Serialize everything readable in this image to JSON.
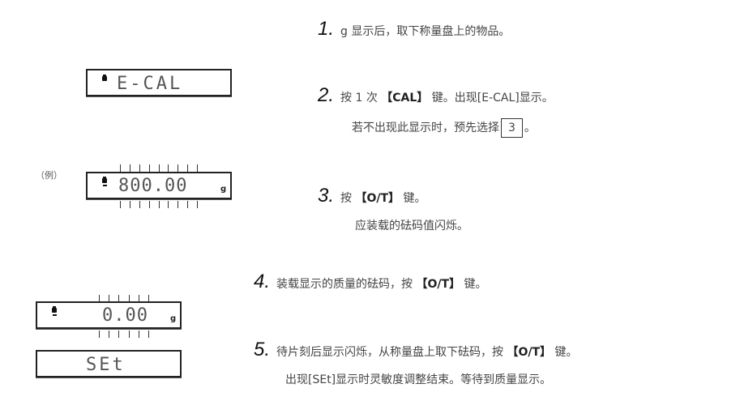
{
  "displays": {
    "ecal": {
      "text": "E-CAL"
    },
    "example_label": "（例）",
    "weight800": {
      "text": "800.00",
      "unit": "g"
    },
    "zero": {
      "text": "0.00",
      "unit": "g"
    },
    "set": {
      "text": "SEt"
    }
  },
  "steps": [
    {
      "number": "1.",
      "line1": "g 显示后，取下称量盘上的物品。"
    },
    {
      "number": "2.",
      "line1_pre": "按 1 次 ",
      "line1_key": "【CAL】",
      "line1_post": " 键。出现[E-CAL]显示。",
      "line2_pre": "若不出现此显示时，预先选择",
      "line2_box": "3",
      "line2_post": "。"
    },
    {
      "number": "3.",
      "line1_pre": "按 ",
      "line1_key": "【O/T】",
      "line1_post": " 键。",
      "line2": "应装载的砝码值闪烁。"
    },
    {
      "number": "4.",
      "line1_pre": "装载显示的质量的砝码，按 ",
      "line1_key": "【O/T】",
      "line1_post": " 键。"
    },
    {
      "number": "5.",
      "line1_pre": "待片刻后显示闪烁，从称量盘上取下砝码，按 ",
      "line1_key": "【O/T】",
      "line1_post": " 键。",
      "line2": "出现[SEt]显示时灵敏度调整结束。等待到质量显示。"
    }
  ]
}
